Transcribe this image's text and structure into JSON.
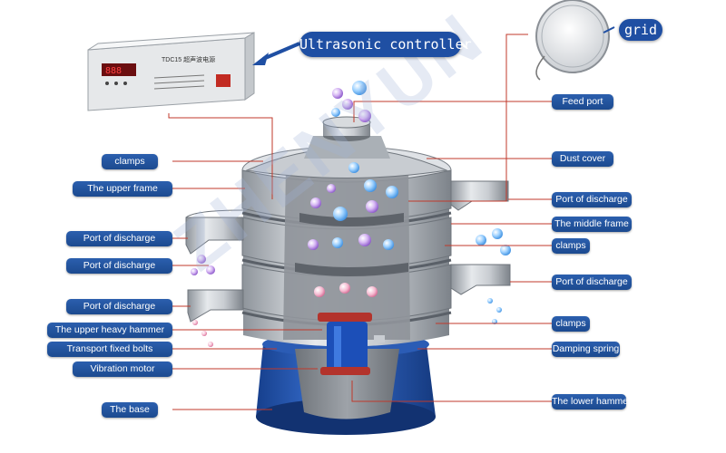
{
  "callouts": {
    "controller": "Ultrasonic controller",
    "grid": "grid"
  },
  "controller_panel": {
    "model": "TDC15 超声波电源"
  },
  "watermark": "ZHENYUN",
  "labels_left": [
    "clamps",
    "The upper frame",
    "Port of discharge",
    "Port of discharge",
    "Port of discharge",
    "The upper heavy hammer",
    "Transport fixed bolts",
    "Vibration motor",
    "The base"
  ],
  "labels_right": [
    "Feed port",
    "Dust cover",
    "Port of discharge",
    "The middle frame",
    "clamps",
    "Port of discharge",
    "clamps",
    "Damping spring",
    "The lower hammer"
  ],
  "colors": {
    "label_bg": "#2459a6",
    "machine_blue": "#1f4fa8",
    "steel": "#b9bec4"
  }
}
